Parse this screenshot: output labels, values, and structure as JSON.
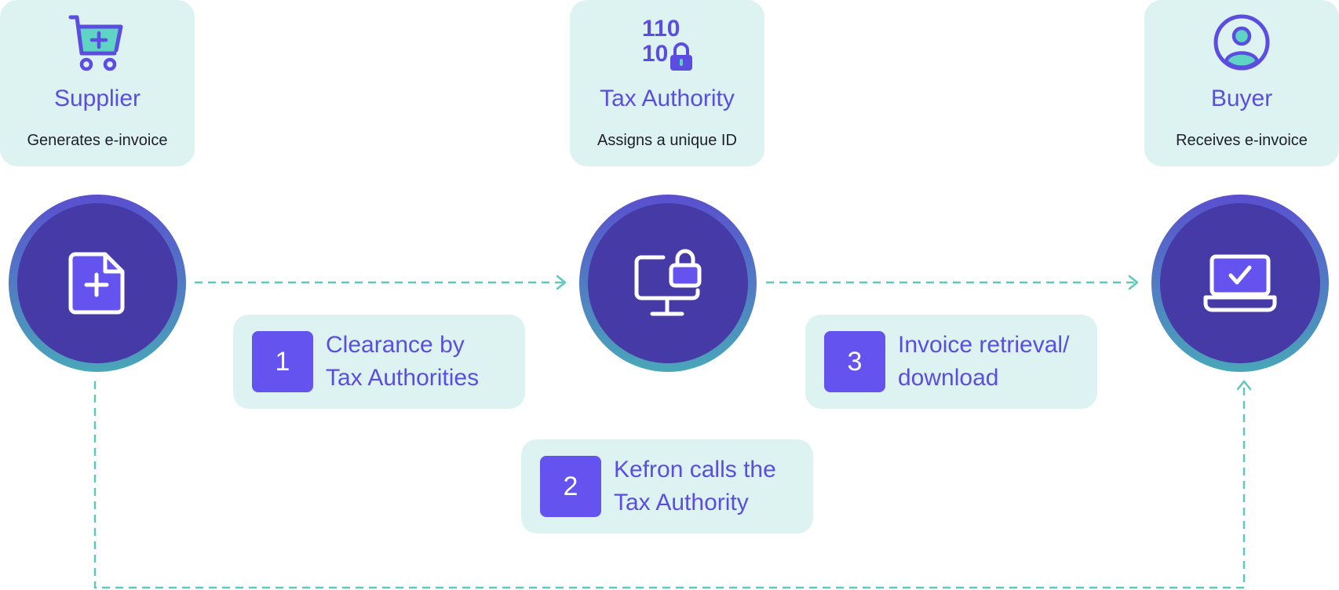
{
  "actors": [
    {
      "title": "Supplier",
      "subtitle": "Generates e-invoice",
      "icon": "cart-plus-icon"
    },
    {
      "title": "Tax Authority",
      "subtitle": "Assigns a unique ID",
      "icon": "binary-lock-icon",
      "icon_text_top": "110",
      "icon_text_bottom": "10"
    },
    {
      "title": "Buyer",
      "subtitle": "Receives e-invoice",
      "icon": "user-circle-icon"
    }
  ],
  "nodes": [
    {
      "icon": "document-plus-icon"
    },
    {
      "icon": "monitor-lock-icon"
    },
    {
      "icon": "laptop-check-icon"
    }
  ],
  "steps": [
    {
      "number": "1",
      "line1": "Clearance by",
      "line2": "Tax Authorities"
    },
    {
      "number": "2",
      "line1": "Kefron calls the",
      "line2": "Tax Authority"
    },
    {
      "number": "3",
      "line1": "Invoice retrieval/",
      "line2": "download"
    }
  ],
  "colors": {
    "accent": "#5b4de0",
    "card_bg": "#dcf3f2",
    "node_fill": "#453aa6",
    "step_badge": "#6453ee",
    "dashed_line": "#5ec8bf",
    "icon_teal": "#5fd3c4"
  }
}
